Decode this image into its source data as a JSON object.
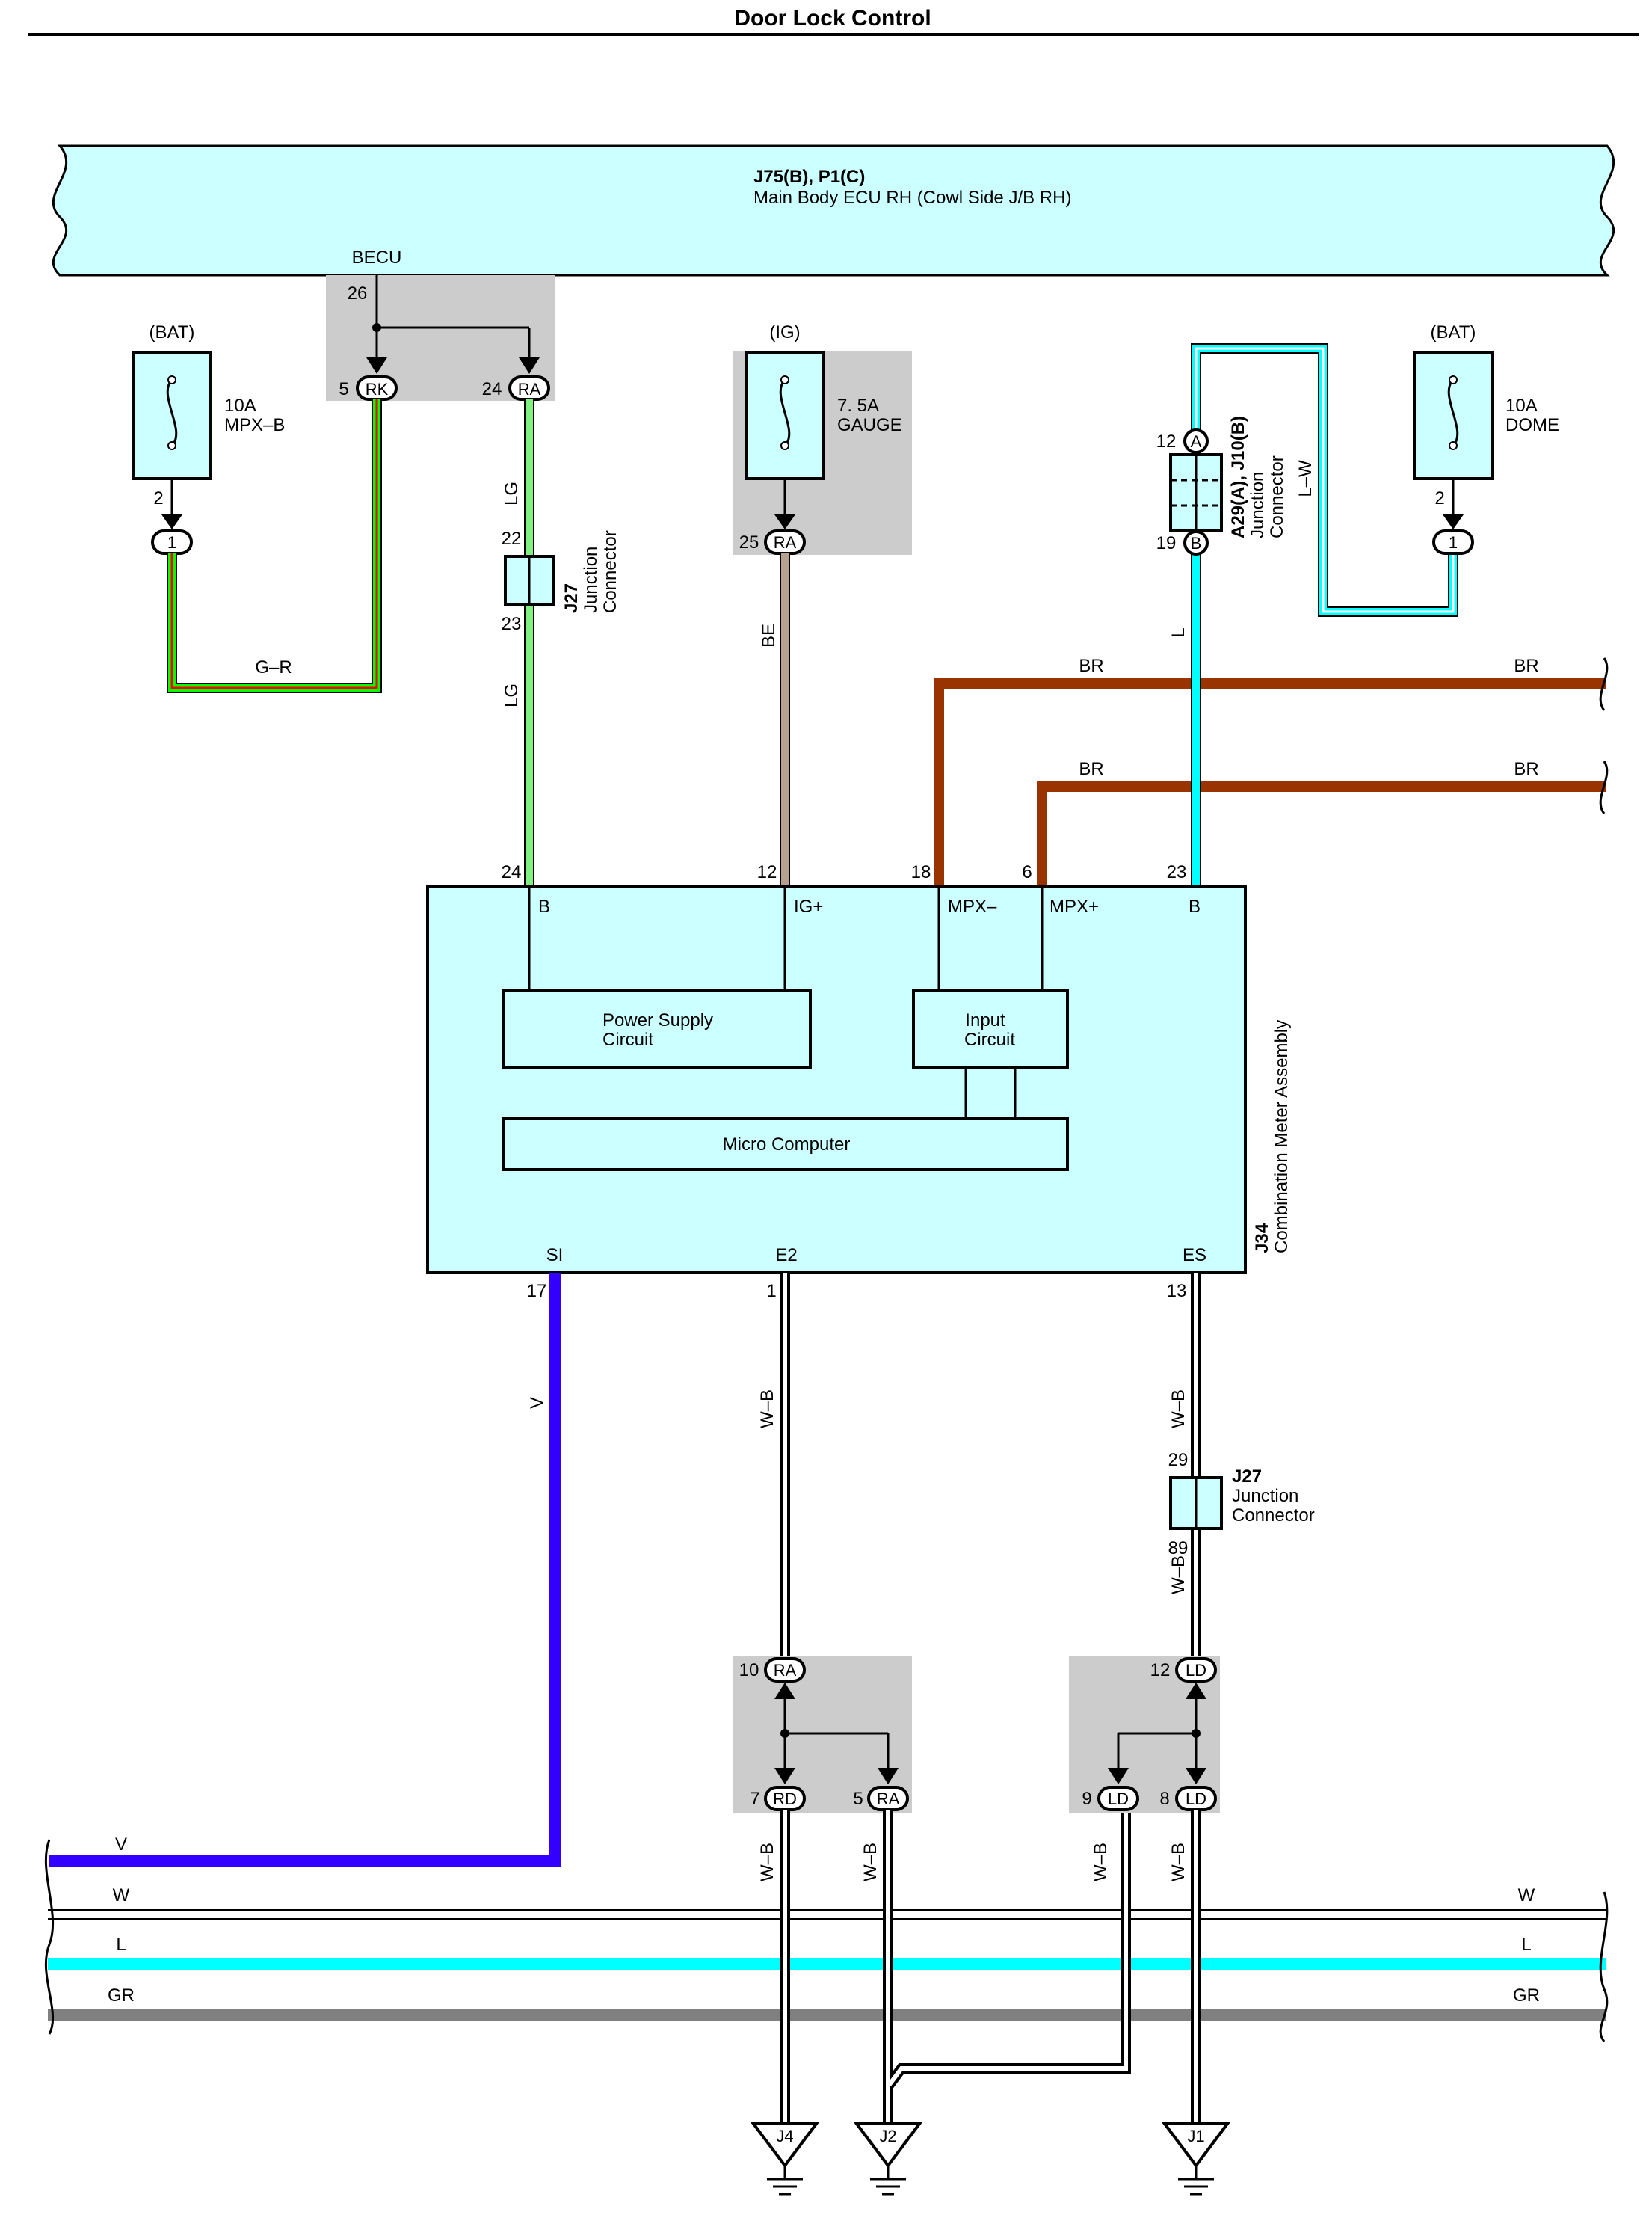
{
  "title": "Door Lock Control",
  "colors": {
    "ecu_fill": "#ccffff",
    "splice_fill": "#cccccc",
    "wire_GR": "#00ff00",
    "wire_GR_tracer": "#ff0000",
    "wire_LG": "#80f080",
    "wire_BE": "#b8a090",
    "wire_BR": "#993300",
    "wire_L": "#00ffff",
    "wire_V": "#3300ff",
    "wire_W": "#ffffff",
    "wire_GRAY": "#808080",
    "wire_WB": "#000000"
  },
  "top_ecu": {
    "id": "J75(B), P1(C)",
    "name": "Main Body ECU RH (Cowl Side J/B RH)",
    "terminal_label": "BECU",
    "pin": "26"
  },
  "ecu_connectors": {
    "rk_pin": "5",
    "rk_code": "RK",
    "ra_pin": "24",
    "ra_code": "RA"
  },
  "fuse_left": {
    "source": "(BAT)",
    "rating": "10A",
    "name": "MPX–B",
    "pin": "2",
    "plug": "1",
    "wire": "G–R"
  },
  "fuse_ig": {
    "source": "(IG)",
    "rating": "7. 5A",
    "name": "GAUGE",
    "pin": "25",
    "code": "RA",
    "wire": "BE"
  },
  "fuse_right": {
    "source": "(BAT)",
    "rating": "10A",
    "name": "DOME",
    "pin": "2",
    "plug": "1",
    "wire": "L–W"
  },
  "jc_left": {
    "id": "J27",
    "name_line1": "Junction",
    "name_line2": "Connector",
    "pin_top": "22",
    "pin_bottom": "23",
    "wire_top": "LG",
    "wire_bottom": "LG"
  },
  "jc_a29": {
    "id": "A29(A), J10(B)",
    "name_line1": "Junction",
    "name_line2": "Connector",
    "pin_top": "12",
    "code_top": "A",
    "pin_bottom": "19",
    "code_bottom": "B",
    "wire": "L"
  },
  "br_wires": {
    "upper_left": "BR",
    "upper_right": "BR",
    "lower_left": "BR",
    "lower_right": "BR"
  },
  "meter": {
    "id": "J34",
    "name": "Combination Meter Assembly",
    "pins_top": [
      "24",
      "12",
      "18",
      "6",
      "23"
    ],
    "terms_top": [
      "B",
      "IG+",
      "MPX–",
      "MPX+",
      "B"
    ],
    "power_supply_line1": "Power Supply",
    "power_supply_line2": "Circuit",
    "input_line1": "Input",
    "input_line2": "Circuit",
    "micro": "Micro Computer",
    "terms_bottom": [
      "SI",
      "E2",
      "ES"
    ],
    "pins_bottom": [
      "17",
      "1",
      "13"
    ]
  },
  "lower_wires": {
    "si_wire": "V",
    "e2_wire": "W–B",
    "es_wire": "W–B"
  },
  "jc_lower": {
    "id": "J27",
    "name_line1": "Junction",
    "name_line2": "Connector",
    "pin_top": "29",
    "pin_bottom": "89",
    "wire_bottom": "W–B"
  },
  "splice_ra": {
    "top_pin": "10",
    "top_code": "RA",
    "bl_pin": "7",
    "bl_code": "RD",
    "br_pin": "5",
    "br_code": "RA",
    "wire_left": "W–B",
    "wire_right": "W–B"
  },
  "splice_ld": {
    "top_pin": "12",
    "top_code": "LD",
    "bl_pin": "9",
    "bl_code": "LD",
    "br_pin": "8",
    "br_code": "LD",
    "wire_left": "W–B",
    "wire_right": "W–B"
  },
  "bus": {
    "v_left": "V",
    "w_left": "W",
    "w_right": "W",
    "l_left": "L",
    "l_right": "L",
    "gr_left": "GR",
    "gr_right": "GR"
  },
  "grounds": [
    "J4",
    "J2",
    "J1"
  ]
}
